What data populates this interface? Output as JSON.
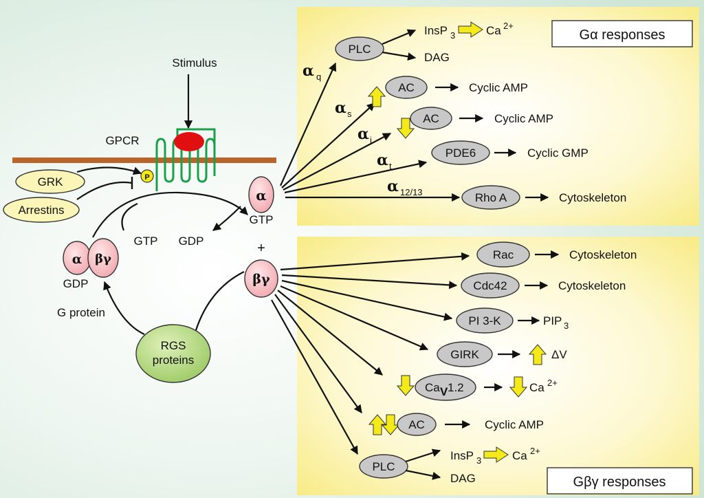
{
  "left": {
    "stimulus": "Stimulus",
    "gpcr": "GPCR",
    "grk": "GRK",
    "arrestins": "Arrestins",
    "p": "P",
    "gtp_mid": "GTP",
    "gdp_mid": "GDP",
    "alpha_free": "α",
    "alpha_gtp": "GTP",
    "plus": "+",
    "bg_free": "βγ",
    "trimer_alpha": "α",
    "trimer_bg": "βγ",
    "trimer_gdp": "GDP",
    "g_protein": "G protein",
    "rgs_line1": "RGS",
    "rgs_line2": "proteins"
  },
  "galpha": {
    "title": "Gα responses",
    "alpha_q": "α",
    "q_sub": "q",
    "alpha_s": "α",
    "s_sub": "s",
    "alpha_i": "α",
    "i_sub": "i",
    "alpha_t": "α",
    "t_sub": "t",
    "alpha_12": "α",
    "s12_sub": "12/13",
    "plc": "PLC",
    "insp3": "InsP",
    "insp3_sub": "3",
    "ca": "Ca",
    "ca_sup": "2+",
    "dag": "DAG",
    "ac_s": "AC",
    "camp_s": "Cyclic AMP",
    "ac_i": "AC",
    "camp_i": "Cyclic AMP",
    "pde6": "PDE6",
    "cgmp": "Cyclic GMP",
    "rhoa": "Rho A",
    "cytoskeleton": "Cytoskeleton"
  },
  "gbg": {
    "title": "Gβγ responses",
    "rac": "Rac",
    "cyto1": "Cytoskeleton",
    "cdc42": "Cdc42",
    "cyto2": "Cytoskeleton",
    "pi3k": "PI 3-K",
    "pip3": "PIP",
    "pip3_sub": "3",
    "girk": "GIRK",
    "dv": "ΔV",
    "cav_ca": "Ca",
    "cav_v": "V",
    "cav_num": "1.2",
    "ca": "Ca",
    "ca_sup": "2+",
    "ac": "AC",
    "camp": "Cyclic AMP",
    "plc": "PLC",
    "insp3": "InsP",
    "insp3_sub": "3",
    "ca2": "Ca",
    "ca2_sup": "2+",
    "dag": "DAG"
  },
  "colors": {
    "membrane": "#b8642a",
    "receptor": "#1aa04a",
    "ligand": "#e01010",
    "panel_center": "#ffffff",
    "panel_edge": "#f9eb7e",
    "bg": "#d9ecdf",
    "yellow_arrow": "#f4ea1a"
  }
}
